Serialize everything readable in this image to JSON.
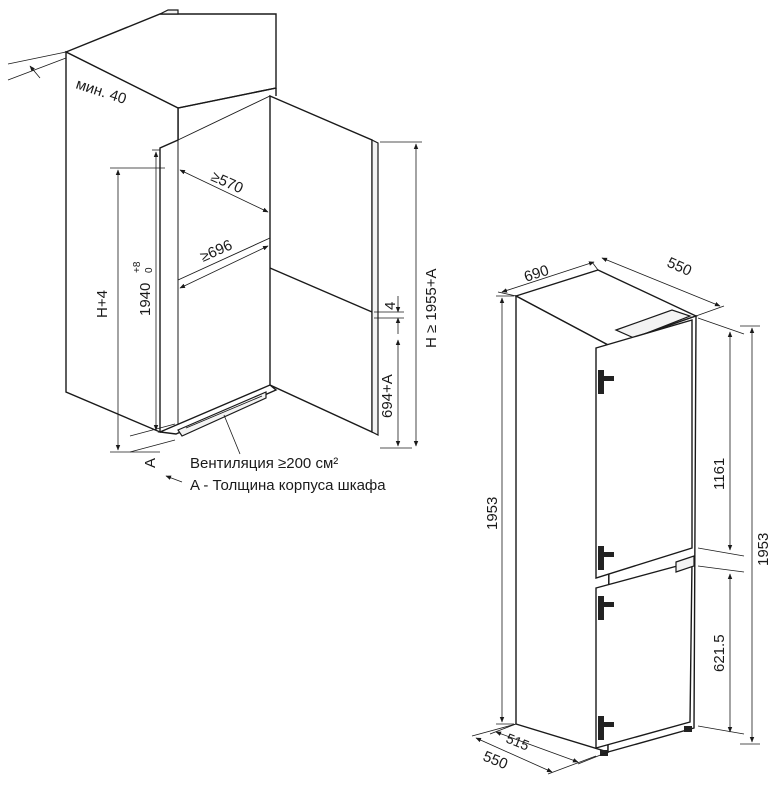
{
  "left_view": {
    "min_clearance": "мин. 40",
    "inner_depth": "≥570",
    "inner_width": "≥696",
    "height_h4": "H+4",
    "niche_height": "1940",
    "niche_tol_upper": "+8",
    "niche_tol_lower": "0",
    "gap": "4",
    "lower_door": "694+A",
    "overall_h": "H ≥ 1955+A",
    "label_a": "A",
    "ventilation": "Вентиляция ≥200 см²",
    "legend_a": "A - Толщина корпуса шкафа"
  },
  "right_view": {
    "width": "690",
    "depth_top": "550",
    "height_left": "1953",
    "height_right": "1953",
    "upper_door": "1161",
    "lower_door": "621.5",
    "depth_inner": "515",
    "depth_bottom": "550"
  }
}
